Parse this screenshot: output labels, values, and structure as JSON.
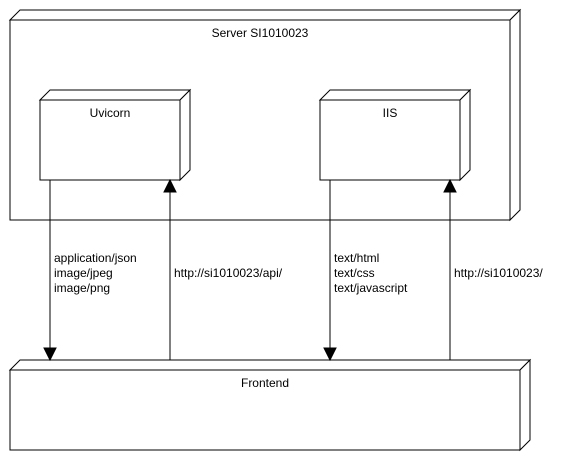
{
  "nodes": {
    "server": {
      "title": "Server SI1010023"
    },
    "uvicorn": {
      "title": "Uvicorn"
    },
    "iis": {
      "title": "IIS"
    },
    "frontend": {
      "title": "Frontend"
    }
  },
  "edges": {
    "uvicorn_to_frontend": {
      "labels": [
        "application/json",
        "image/jpeg",
        "image/png"
      ]
    },
    "frontend_to_uvicorn": {
      "label": "http://si1010023/api/"
    },
    "iis_to_frontend": {
      "labels": [
        "text/html",
        "text/css",
        "text/javascript"
      ]
    },
    "frontend_to_iis": {
      "label": "http://si1010023/"
    }
  },
  "colors": {
    "stroke": "#000000",
    "fill": "#ffffff"
  }
}
